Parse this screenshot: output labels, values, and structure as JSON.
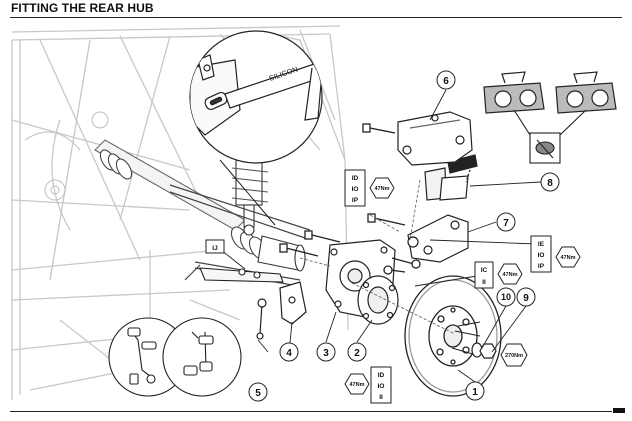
{
  "header": {
    "title": "FITTING THE REAR HUB"
  },
  "callouts": {
    "c1": "1",
    "c2": "2",
    "c3": "3",
    "c4": "4",
    "c5": "5",
    "c6": "6",
    "c7": "7",
    "c8": "8",
    "c9": "9",
    "c10": "10"
  },
  "silicone_label": "SILICON",
  "torques": {
    "caliper": "47Nm",
    "bracket_right": "47Nm",
    "lower_left": "47Nm",
    "hub_right": "47Nm",
    "hub_nut": "270Nm"
  },
  "codes": {
    "upper": [
      "ID",
      "IO",
      "IP"
    ],
    "left": [
      "IJ"
    ],
    "middle": [
      "IC",
      "II"
    ],
    "right": [
      "IE",
      "IO",
      "IP"
    ],
    "lower": [
      "ID",
      "IO",
      "II"
    ]
  }
}
